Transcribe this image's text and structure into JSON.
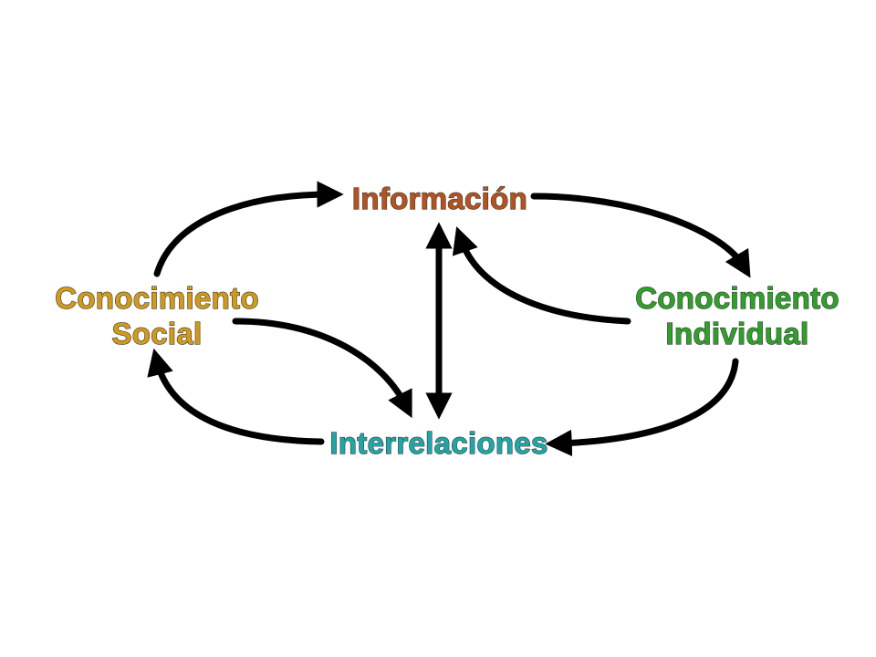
{
  "nodes": {
    "informacion": {
      "label": "Información",
      "color": "#b5531f"
    },
    "social": {
      "line1": "Conocimiento",
      "line2": "Social",
      "color": "#d09a1a"
    },
    "individual": {
      "line1": "Conocimiento",
      "line2": "Individual",
      "color": "#2fa02a"
    },
    "interrelaciones": {
      "label": "Interrelaciones",
      "color": "#1fa7a7"
    }
  },
  "arrow_color": "#000000"
}
